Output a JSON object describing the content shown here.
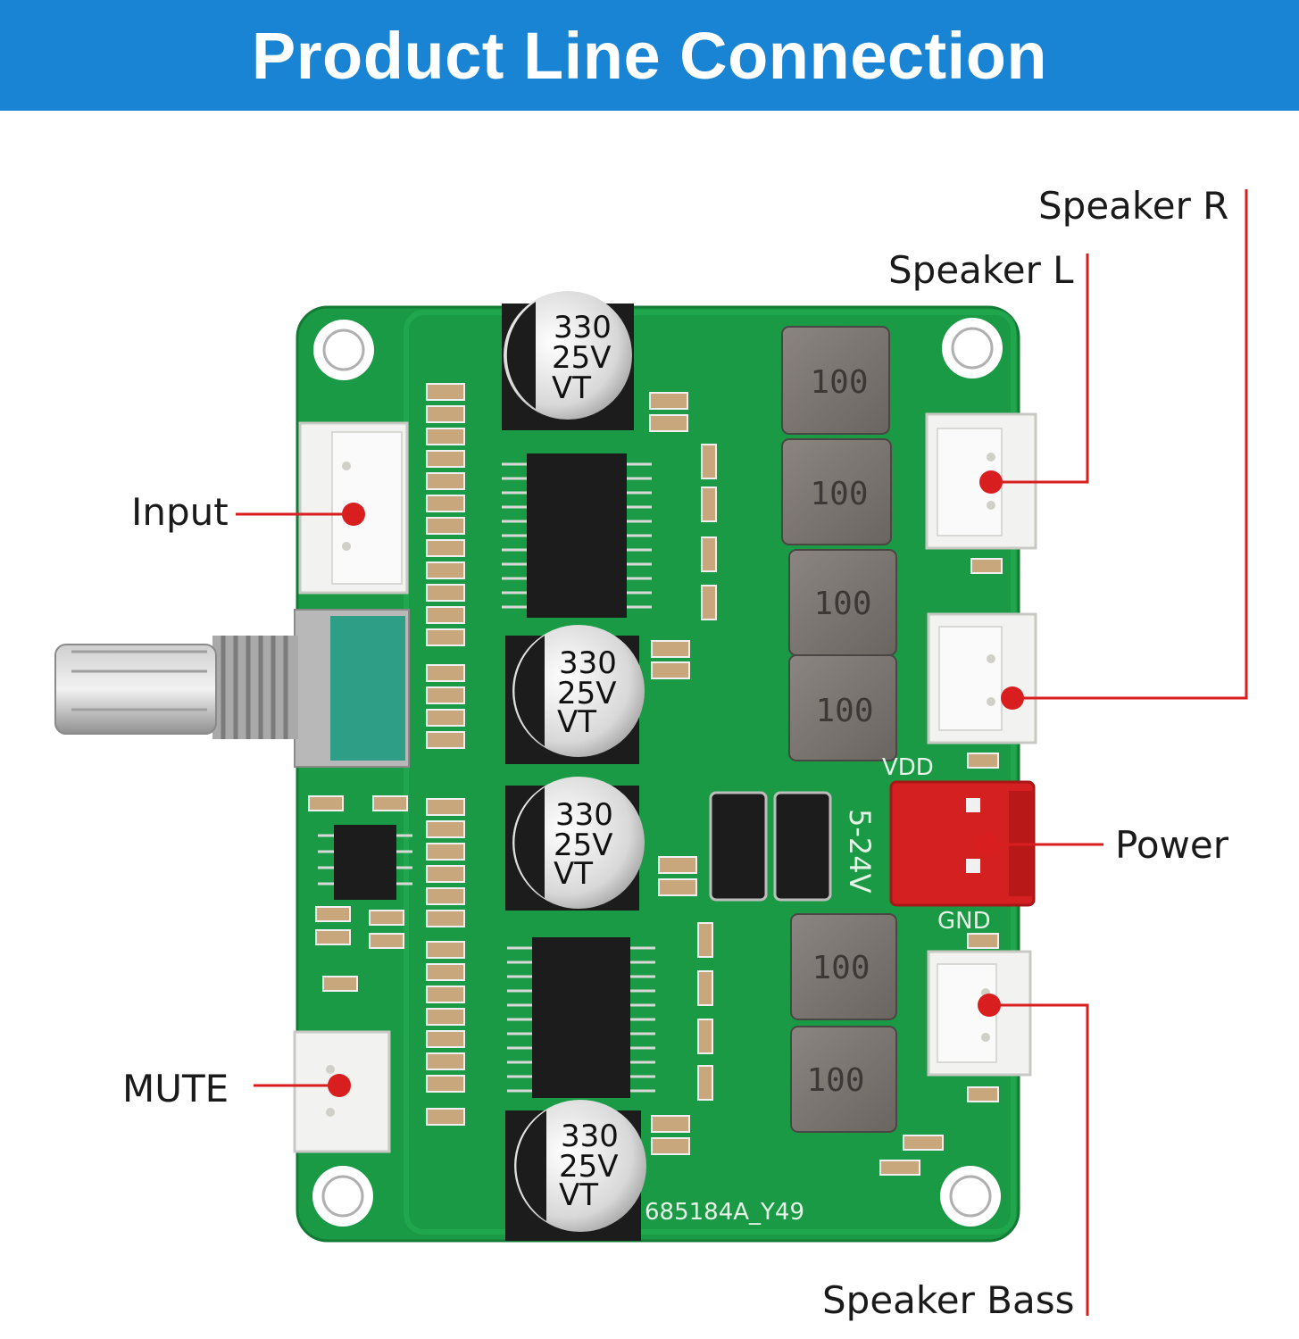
{
  "title": "Product Line Connection",
  "colors": {
    "banner": "#1a84d4",
    "pcb": "#1a9a45",
    "callout_line": "#d81e1e",
    "power_connector": "#d42020"
  },
  "callouts": {
    "speaker_r": "Speaker R",
    "speaker_l": "Speaker L",
    "input": "Input",
    "power": "Power",
    "mute": "MUTE",
    "speaker_bass": "Speaker Bass"
  },
  "board": {
    "capacitor_value": "330",
    "capacitor_voltage": "25V",
    "capacitor_series": "VT",
    "inductor_value": "100",
    "voltage_range": "5-24V",
    "vdd_label": "VDD",
    "gnd_label": "GND",
    "part_number": "685184A_Y49"
  }
}
